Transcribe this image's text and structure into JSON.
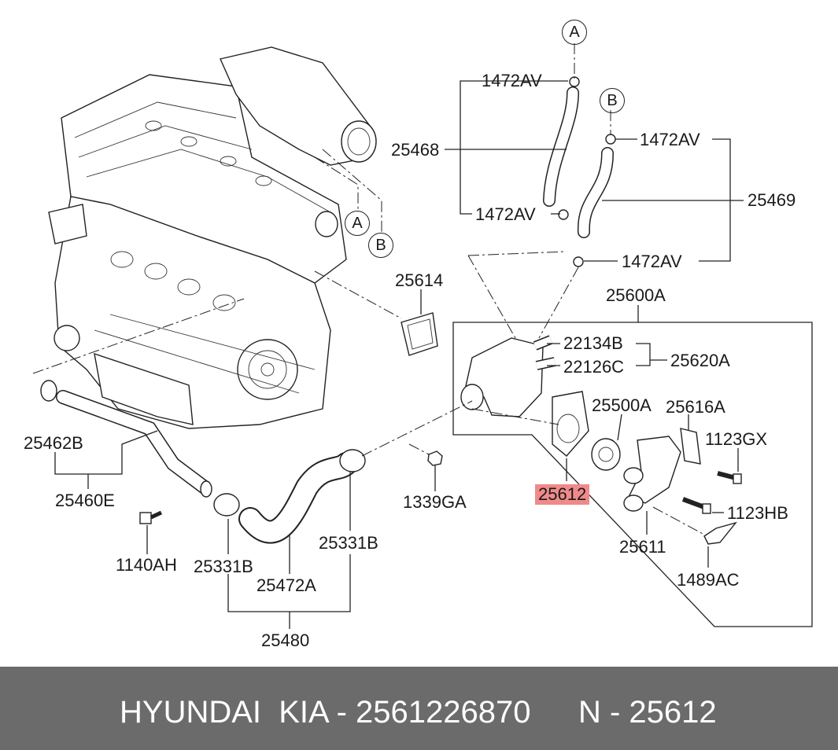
{
  "diagram": {
    "callout_a": "A",
    "callout_b": "B",
    "labels": {
      "p1472av_top": "1472AV",
      "p1472av_b": "1472AV",
      "p1472av_left": "1472AV",
      "p1472av_bottom": "1472AV",
      "p25468": "25468",
      "p25469": "25469",
      "p25614": "25614",
      "p25600a": "25600A",
      "p22134b": "22134B",
      "p22126c": "22126C",
      "p25620a": "25620A",
      "p25500a": "25500A",
      "p25616a": "25616A",
      "p1123gx": "1123GX",
      "p25612": "25612",
      "p1123hb": "1123HB",
      "p25611": "25611",
      "p1489ac": "1489AC",
      "p25462b": "25462B",
      "p25460e": "25460E",
      "p1140ah": "1140AH",
      "p25331b_left": "25331B",
      "p25331b_right": "25331B",
      "p1339ga": "1339GA",
      "p25472a": "25472A",
      "p25480": "25480"
    },
    "highlight_color": "#f08a8a"
  },
  "footer": {
    "brand": "HYUNDAI  KIA - 2561226870",
    "part_number": "N - 25612",
    "background": "#6b6b6b"
  }
}
